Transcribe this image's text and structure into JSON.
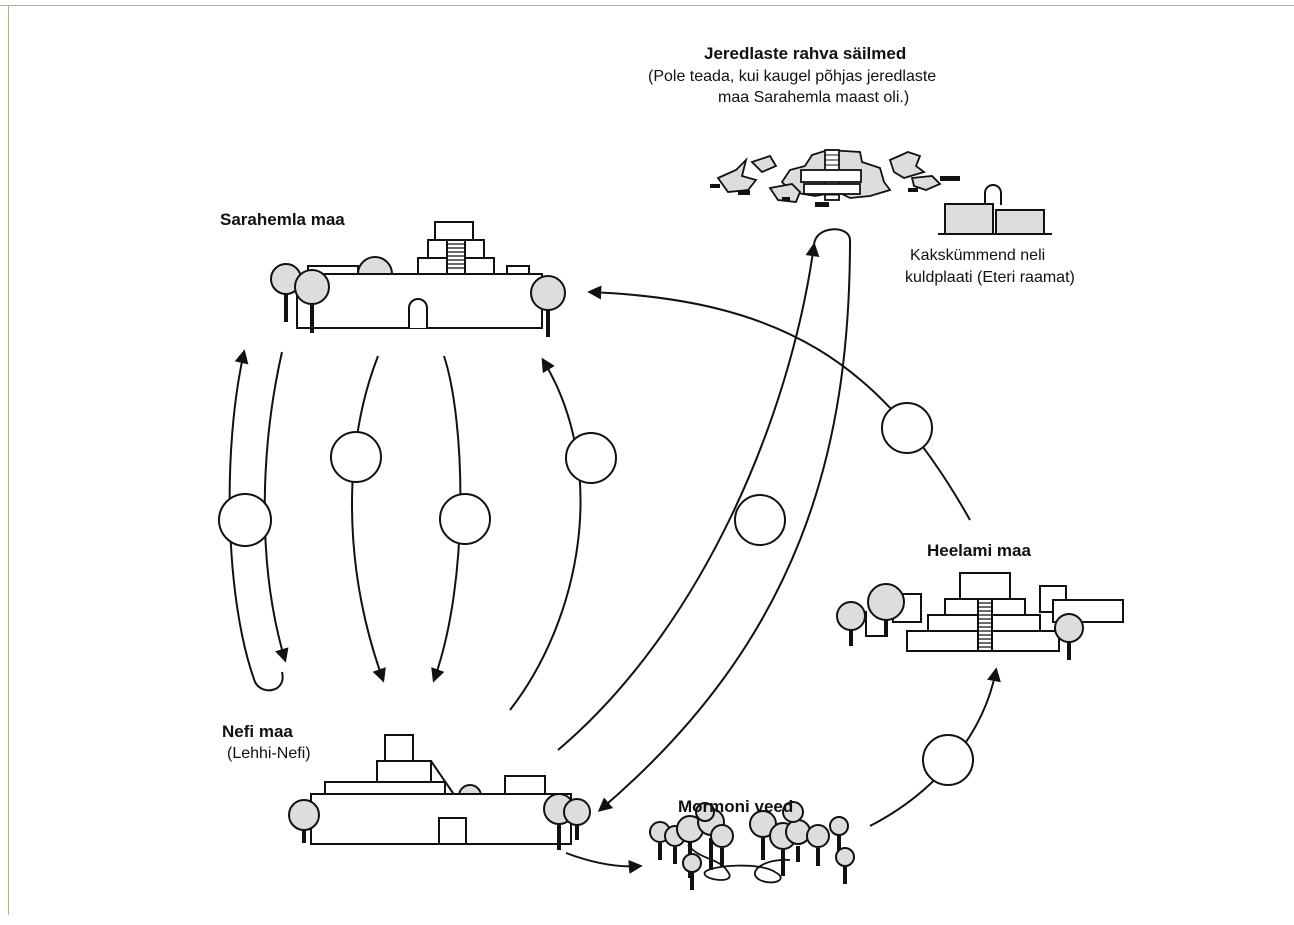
{
  "places": {
    "zarahemla": {
      "name": "Sarahemla maa"
    },
    "nephi": {
      "name": "Nefi maa",
      "subtitle": "(Lehhi-Nefi)"
    },
    "mormon": {
      "name": "Mormoni veed"
    },
    "helam": {
      "name": "Heelami maa"
    },
    "jaredites": {
      "name": "Jeredlaste rahva säilmed",
      "note_line1": "(Pole teada, kui kaugel põhjas jeredlaste",
      "note_line2": "maa Sarahemla maast oli.)"
    },
    "plates": {
      "line1": "Kakskümmend neli",
      "line2": "kuldplaati (Eteri raamat)"
    }
  },
  "journeys": [
    {
      "id": "zarahemla-nephi-loop"
    },
    {
      "id": "zarahemla-to-nephi-1"
    },
    {
      "id": "zarahemla-to-nephi-2"
    },
    {
      "id": "nephi-to-zarahemla"
    },
    {
      "id": "nephi-to-jaredite-ruins-and-back"
    },
    {
      "id": "nephi-to-mormon"
    },
    {
      "id": "mormon-to-helam"
    },
    {
      "id": "helam-to-zarahemla"
    }
  ]
}
